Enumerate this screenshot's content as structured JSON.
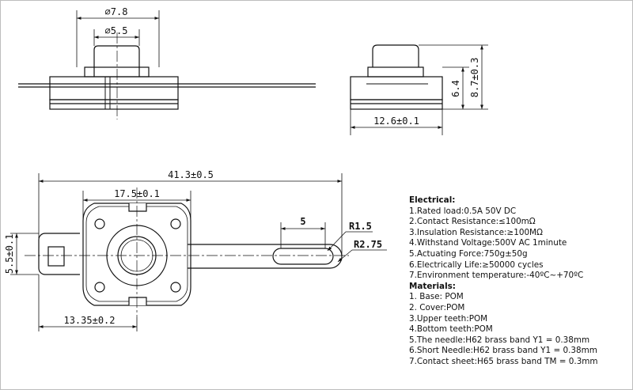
{
  "dimensions": {
    "outer_diameter": "⌀7.8",
    "inner_diameter": "⌀5.5",
    "total_height": "8.7±0.3",
    "body_height": "6.4",
    "body_width": "12.6±0.1",
    "overall_length": "41.3±0.5",
    "flange_width": "17.5±0.1",
    "slot_length": "5",
    "slot_radius": "R1.5",
    "tab_radius": "R2.75",
    "tab_height": "5.5±0.1",
    "center_offset": "13.35±0.2"
  },
  "electrical": {
    "heading": "Electrical:",
    "items": [
      "1.Rated load:0.5A 50V DC",
      "2.Contact Resistance:≤100mΩ",
      "3.Insulation Resistance:≥100MΩ",
      "4.Withstand Voltage:500V AC 1minute",
      "5.Actuating Force:750g±50g",
      "6.Electrically Life:≥50000 cycles",
      "7.Environment temperature:-40ºC~+70ºC"
    ]
  },
  "materials": {
    "heading": "Materials:",
    "items": [
      "1. Base: POM",
      "2. Cover:POM",
      "3.Upper teeth:POM",
      "4.Bottom teeth:POM",
      "5.The needle:H62 brass band Y1 = 0.38mm",
      "6.Short Needle:H62 brass band Y1 = 0.38mm",
      "7.Contact sheet:H65 brass band TM = 0.3mm"
    ]
  }
}
